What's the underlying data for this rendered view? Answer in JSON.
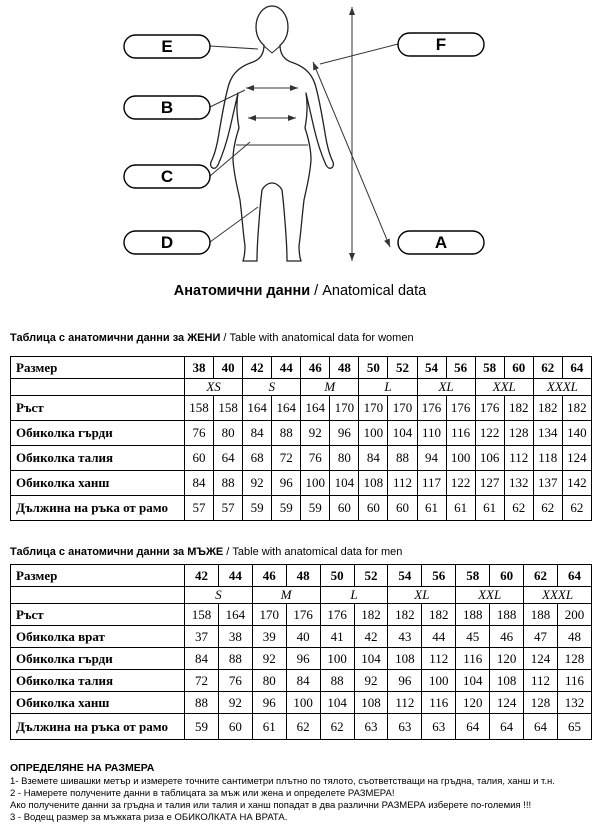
{
  "colors": {
    "ink": "#000000",
    "background": "#ffffff",
    "line": "#333333"
  },
  "diagram": {
    "labels": [
      {
        "id": "E",
        "text": "E"
      },
      {
        "id": "B",
        "text": "B"
      },
      {
        "id": "C",
        "text": "C"
      },
      {
        "id": "D",
        "text": "D"
      },
      {
        "id": "F",
        "text": "F"
      },
      {
        "id": "A",
        "text": "A"
      }
    ],
    "caption_bold": "Анатомични данни",
    "caption_rest": " / Anatomical data"
  },
  "women": {
    "title_bold": "Таблица с анатомични данни за ЖЕНИ",
    "title_rest": " / Table with anatomical data for women",
    "header_label": "Размер",
    "sizes": [
      "38",
      "40",
      "42",
      "44",
      "46",
      "48",
      "50",
      "52",
      "54",
      "56",
      "58",
      "60",
      "62",
      "64"
    ],
    "letter_sizes": [
      "XS",
      "S",
      "M",
      "L",
      "XL",
      "XXL",
      "XXXL"
    ],
    "rows": [
      {
        "label": "Ръст",
        "values": [
          "158",
          "158",
          "164",
          "164",
          "164",
          "170",
          "170",
          "170",
          "176",
          "176",
          "176",
          "182",
          "182",
          "182"
        ]
      },
      {
        "label": "Обиколка гърди",
        "values": [
          "76",
          "80",
          "84",
          "88",
          "92",
          "96",
          "100",
          "104",
          "110",
          "116",
          "122",
          "128",
          "134",
          "140"
        ]
      },
      {
        "label": "Обиколка талия",
        "values": [
          "60",
          "64",
          "68",
          "72",
          "76",
          "80",
          "84",
          "88",
          "94",
          "100",
          "106",
          "112",
          "118",
          "124"
        ]
      },
      {
        "label": "Обиколка ханш",
        "values": [
          "84",
          "88",
          "92",
          "96",
          "100",
          "104",
          "108",
          "112",
          "117",
          "122",
          "127",
          "132",
          "137",
          "142"
        ]
      },
      {
        "label": "Дължина на ръка от рамо",
        "values": [
          "57",
          "57",
          "59",
          "59",
          "59",
          "60",
          "60",
          "60",
          "61",
          "61",
          "61",
          "62",
          "62",
          "62"
        ]
      }
    ]
  },
  "men": {
    "title_bold": "Таблица с анатомични данни за МЪЖЕ",
    "title_rest": " / Table with anatomical data for men",
    "header_label": "Размер",
    "sizes": [
      "42",
      "44",
      "46",
      "48",
      "50",
      "52",
      "54",
      "56",
      "58",
      "60",
      "62",
      "64"
    ],
    "letter_sizes": [
      "S",
      "M",
      "L",
      "XL",
      "XXL",
      "XXXL"
    ],
    "rows": [
      {
        "label": "Ръст",
        "values": [
          "158",
          "164",
          "170",
          "176",
          "176",
          "182",
          "182",
          "182",
          "188",
          "188",
          "188",
          "200"
        ]
      },
      {
        "label": "Обиколка врат",
        "values": [
          "37",
          "38",
          "39",
          "40",
          "41",
          "42",
          "43",
          "44",
          "45",
          "46",
          "47",
          "48"
        ]
      },
      {
        "label": "Обиколка гърди",
        "values": [
          "84",
          "88",
          "92",
          "96",
          "100",
          "104",
          "108",
          "112",
          "116",
          "120",
          "124",
          "128"
        ]
      },
      {
        "label": "Обиколка талия",
        "values": [
          "72",
          "76",
          "80",
          "84",
          "88",
          "92",
          "96",
          "100",
          "104",
          "108",
          "112",
          "116"
        ]
      },
      {
        "label": "Обиколка ханш",
        "values": [
          "88",
          "92",
          "96",
          "100",
          "104",
          "108",
          "112",
          "116",
          "120",
          "124",
          "128",
          "132"
        ]
      },
      {
        "label": "Дължина на ръка от рамо",
        "values": [
          "59",
          "60",
          "61",
          "62",
          "62",
          "63",
          "63",
          "63",
          "64",
          "64",
          "64",
          "65"
        ]
      }
    ]
  },
  "footer": {
    "heading": "ОПРЕДЕЛЯНЕ НА РАЗМЕРА",
    "lines": [
      "1- Вземете шивашки метър и измерете точните сантиметри плътно по тялото, съответстващи на гръдна, талия, ханш и т.н.",
      "2 - Намерете получените данни в таблицата за мъж или жена и определете РАЗМЕРА!",
      "Ако получените данни за гръдна и талия или талия и ханш попадат в два различни РАЗМЕРА изберете по-големия !!!",
      "3 - Водещ размер за мъжката риза е ОБИКОЛКАТА НА ВРАТА."
    ]
  }
}
